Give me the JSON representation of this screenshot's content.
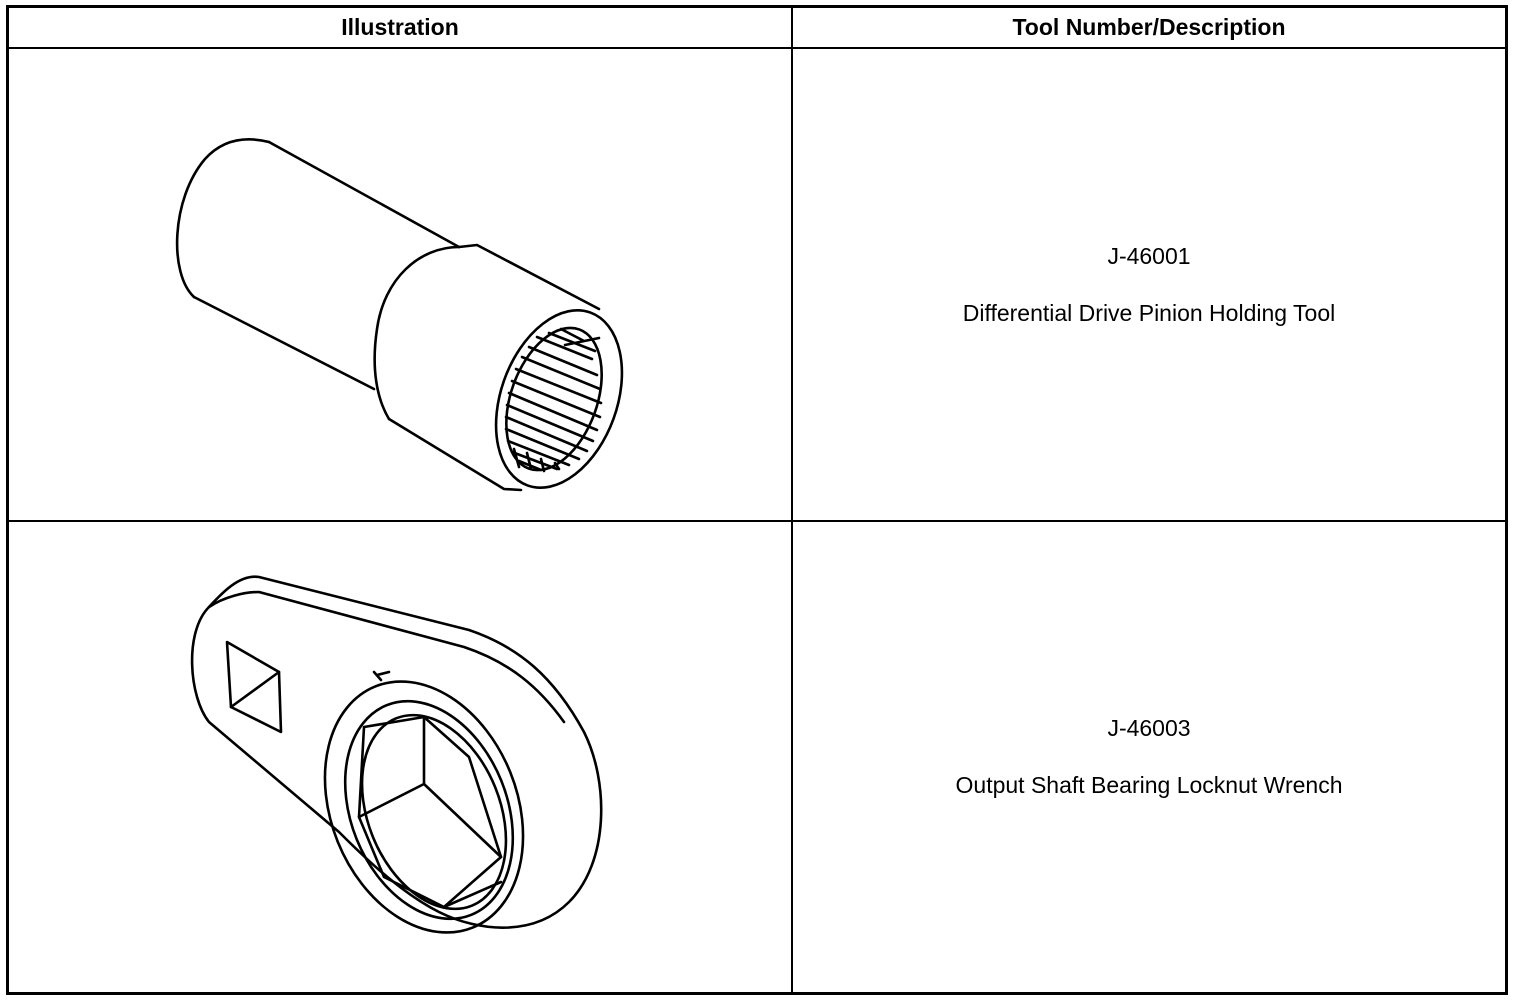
{
  "table": {
    "headers": {
      "illustration": "Illustration",
      "tool": "Tool Number/Description"
    },
    "rows": [
      {
        "tool_number": "J-46001",
        "description": "Differential Drive Pinion Holding Tool",
        "illustration_icon": "pinion-holding-socket-icon"
      },
      {
        "tool_number": "J-46003",
        "description": "Output Shaft Bearing Locknut Wrench",
        "illustration_icon": "locknut-wrench-icon"
      }
    ]
  }
}
